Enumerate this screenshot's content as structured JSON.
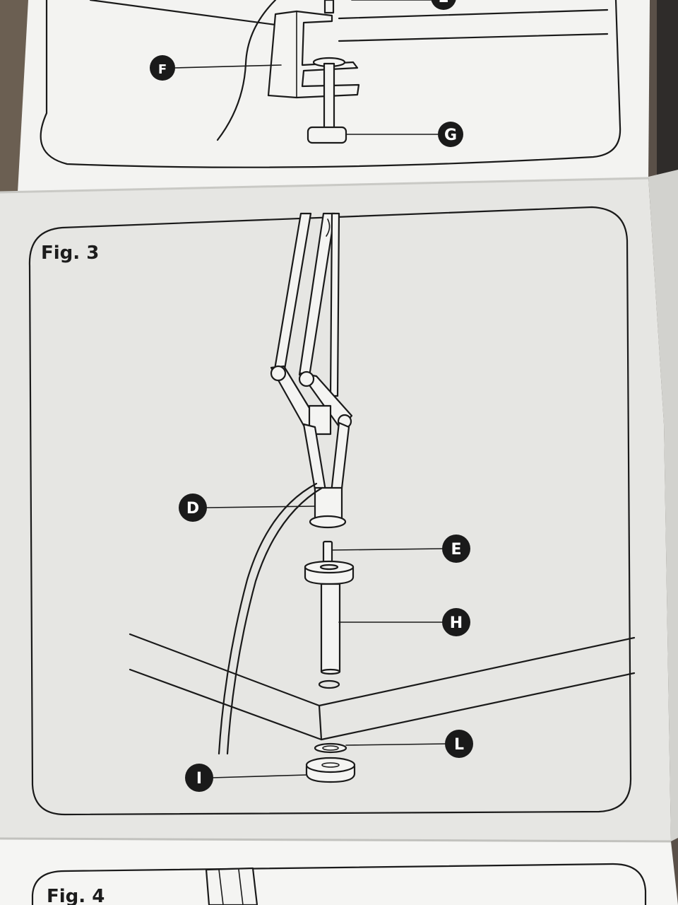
{
  "figures": [
    {
      "id": "fig2-partial",
      "title": ""
    },
    {
      "id": "fig3",
      "title": "Fig. 3"
    },
    {
      "id": "fig4-partial",
      "title": "Fig. 4"
    }
  ],
  "callouts": {
    "top_e": "E",
    "f": "F",
    "g": "G",
    "d": "D",
    "e": "E",
    "h": "H",
    "l": "L",
    "i": "I"
  },
  "colors": {
    "background_surface": "#4a4540",
    "paper": "#f2f2f0",
    "paper_shadow": "#dcdcd8",
    "ink": "#1a1a1a",
    "callout_badge": "#1a1a1a"
  }
}
